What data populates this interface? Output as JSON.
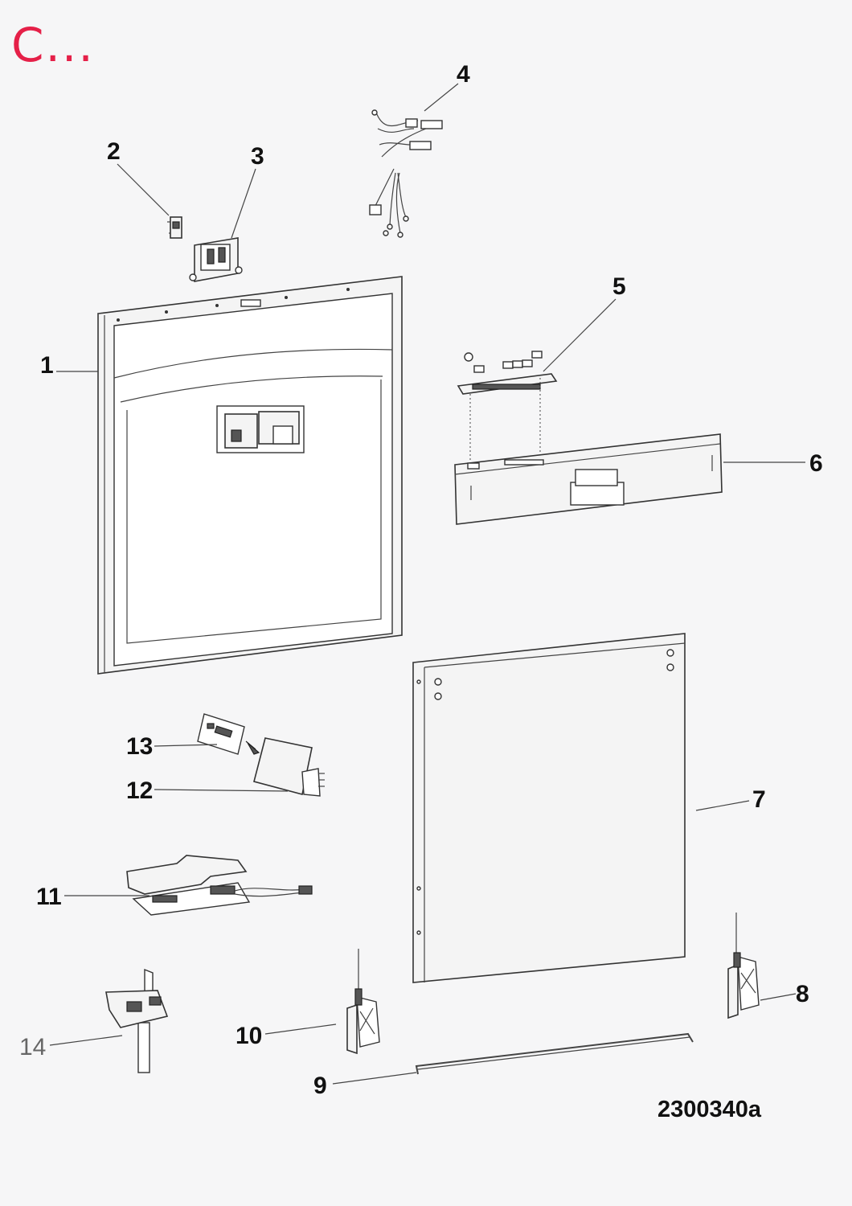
{
  "header": {
    "title": "C..."
  },
  "diagram": {
    "code": "2300340a",
    "parts": [
      {
        "label": "1"
      },
      {
        "label": "2"
      },
      {
        "label": "3"
      },
      {
        "label": "4"
      },
      {
        "label": "5"
      },
      {
        "label": "6"
      },
      {
        "label": "7"
      },
      {
        "label": "8"
      },
      {
        "label": "9"
      },
      {
        "label": "10"
      },
      {
        "label": "11"
      },
      {
        "label": "12"
      },
      {
        "label": "13"
      },
      {
        "label": "14"
      }
    ]
  },
  "colors": {
    "title": "#e52048",
    "background": "#f6f6f7",
    "line": "#333333"
  }
}
